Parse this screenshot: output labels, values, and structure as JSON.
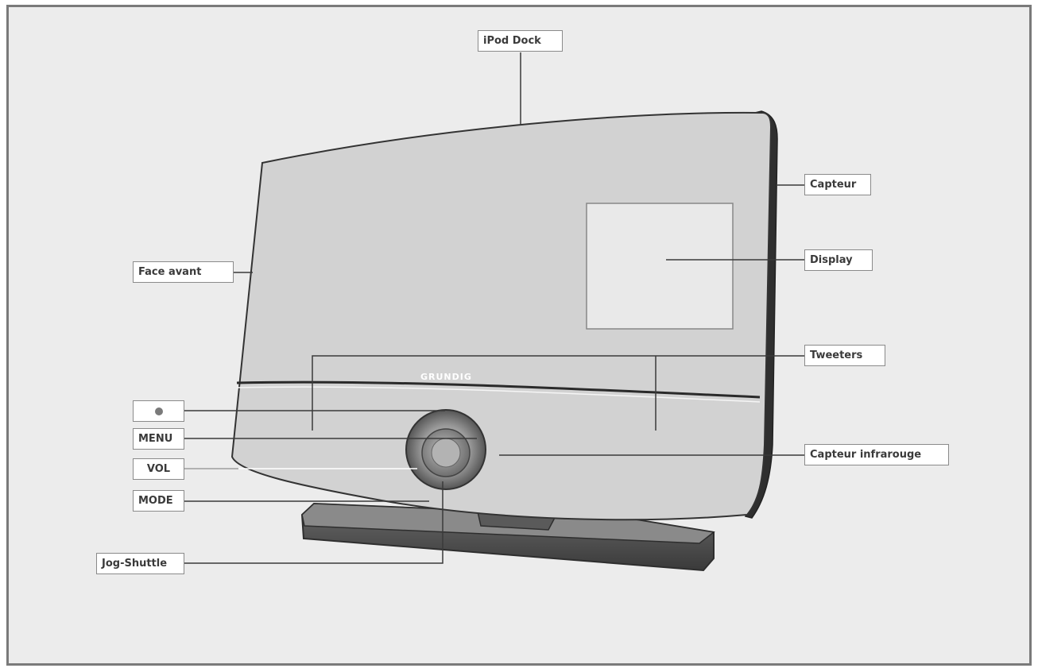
{
  "brand": "GRUNDIG",
  "callouts": {
    "ipod_dock": "iPod Dock",
    "capteur": "Capteur",
    "display": "Display",
    "face_avant": "Face avant",
    "tweeters": "Tweeters",
    "menu": "MENU",
    "vol": "VOL",
    "mode": "MODE",
    "capteur_infrarouge": "Capteur infrarouge",
    "jog_shuttle": "Jog-Shuttle"
  },
  "colors": {
    "background": "#ececec",
    "device_body": "#cfcfcf",
    "device_edge": "#3c3c3c",
    "leader_line": "#3a3a3a",
    "label_border": "#8a8a8a"
  },
  "icons": {
    "power": "power-dot-icon"
  }
}
